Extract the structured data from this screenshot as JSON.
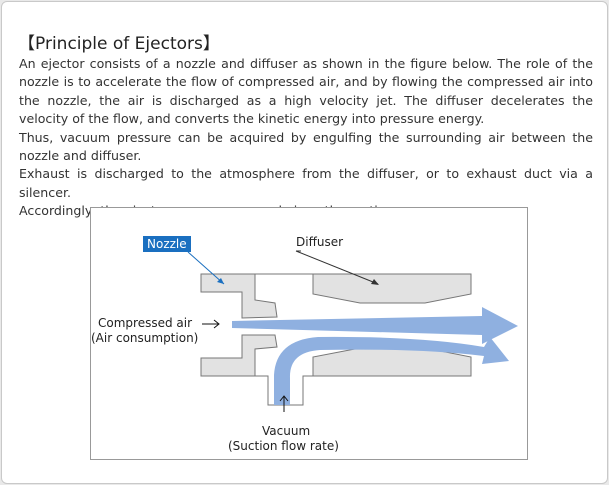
{
  "title": "【Principle of Ejectors】",
  "paragraphs": [
    "An ejector consists of a nozzle and diffuser as shown in the figure below. The role of the nozzle is to accelerate the flow of compressed air, and by flowing the compressed air into the nozzle, the air is discharged as a high velocity jet. The diffuser decelerates the velocity of the flow, and converts the kinetic energy into pressure energy.",
    "Thus, vacuum pressure can be acquired by engulfing the surrounding air between the nozzle and diffuser.",
    "Exhaust is discharged to the atmosphere from the diffuser, or to exhaust duct via a silencer.",
    "Accordingly, the ejector uses compressed air as the motive power."
  ],
  "diagram": {
    "nozzle": "Nozzle",
    "diffuser": "Diffuser",
    "compressed_air": "Compressed air",
    "air_consumption": "(Air consumption)",
    "vacuum": "Vacuum",
    "suction_flow": "(Suction flow rate)"
  },
  "colors": {
    "nozzle_label": "#1a6fc0",
    "flow": "#8fb0e0",
    "part": "#e2e2e2"
  }
}
